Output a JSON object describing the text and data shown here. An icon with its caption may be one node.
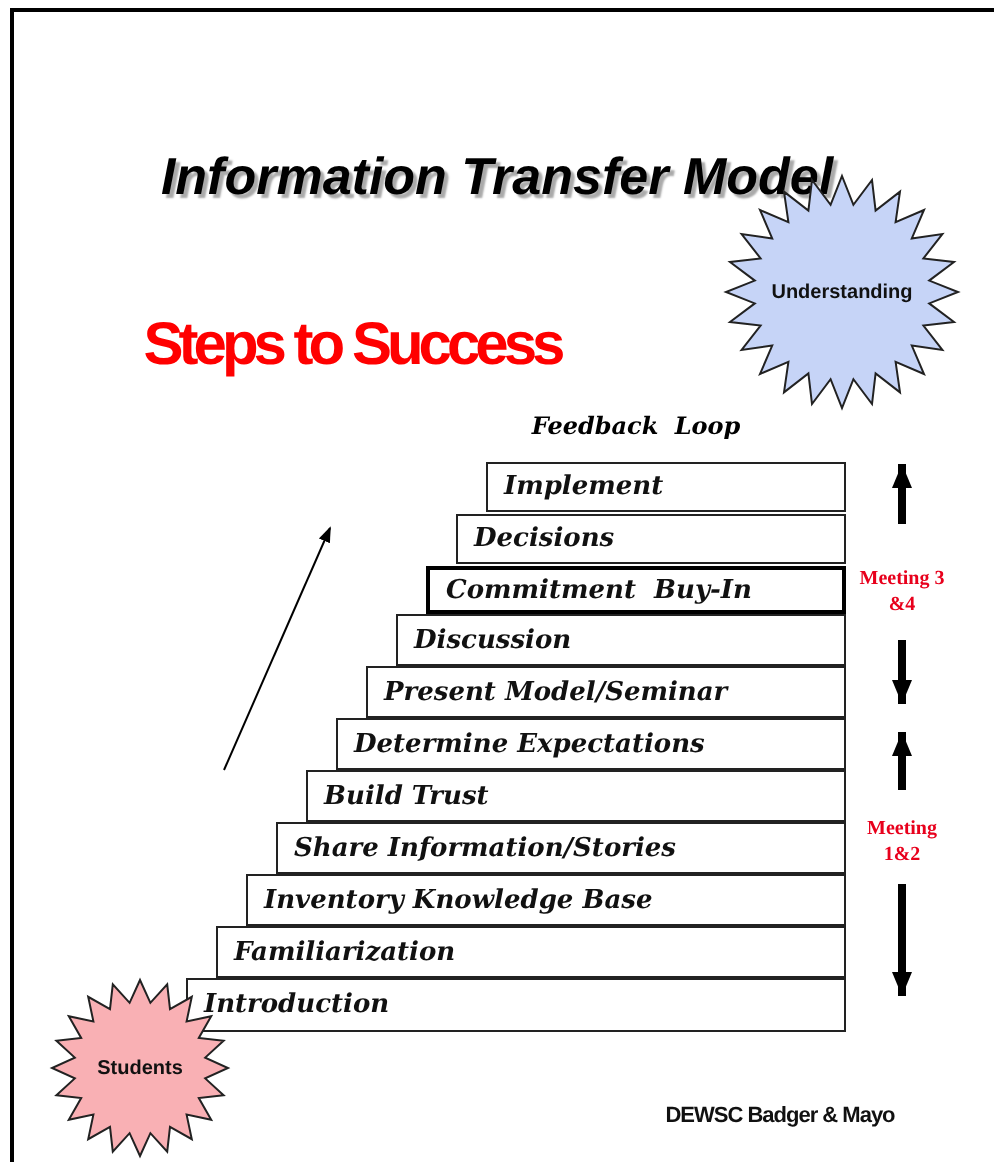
{
  "diagram": {
    "title": "Information Transfer Model",
    "nodes": [
      {
        "text": [
          "Understanding"
        ]
      },
      {
        "text": [
          "Implement"
        ]
      },
      {
        "text": [
          "Decisions"
        ]
      },
      {
        "text": [
          "Commitment  Buy-In"
        ]
      },
      {
        "text": [
          "Discussion"
        ]
      },
      {
        "text": [
          "Present Model/Seminar"
        ]
      },
      {
        "text": [
          "Determine Expectations"
        ]
      },
      {
        "text": [
          "Build Trust"
        ]
      },
      {
        "text": [
          "Share Information/Stories"
        ]
      },
      {
        "text": [
          "Inventory Knowledge Base"
        ]
      },
      {
        "text": [
          "Familiarization"
        ]
      },
      {
        "text": [
          "Introduction"
        ]
      },
      {
        "text": [
          "Students"
        ]
      }
    ],
    "labels": [
      "Steps to Success",
      "Feedback Loop",
      "Meeting 3 &4",
      "Meeting 1&2",
      "DEWSC Badger & Mayo"
    ]
  }
}
